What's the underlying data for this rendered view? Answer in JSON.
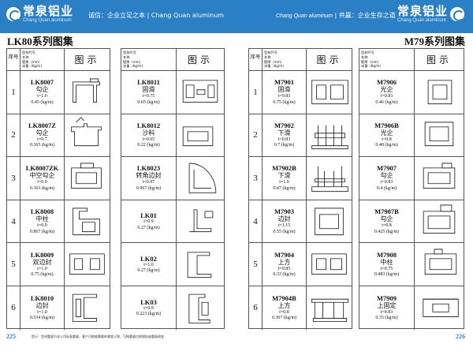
{
  "header": {
    "logo_cn": "常泉铝业",
    "logo_en": "Chang Quan aluminum",
    "slogan_left": "诚信：企业立足之本 | Chang Quan aluminum",
    "slogan_right_en": "Chang Quan aluminum",
    "slogan_right": "| 共赢：企业生存之道"
  },
  "series": {
    "left": "LK80系列图集",
    "right": "M79系列图集"
  },
  "table_head": {
    "seq": "序号",
    "info": [
      "型材代号",
      "名称",
      "壁厚（mm）",
      "米重（Kg/m）"
    ],
    "fig": "图示"
  },
  "colors": {
    "brand": "#2b7fc4"
  },
  "panels": [
    {
      "rows": [
        {
          "seq": "1",
          "code": "LK8007",
          "name": "勾企",
          "thick": "t=1.0",
          "weight": "0.45 (kg/m)",
          "shape": "0"
        },
        {
          "seq": "2",
          "code": "LK8007Z",
          "name": "勾企",
          "thick": "t=0.7",
          "weight": "0.365 (kg/m)",
          "shape": "1"
        },
        {
          "seq": "3",
          "code": "LK8007ZK",
          "name": "中空勾企",
          "thick": "t=0.9",
          "weight": "0.363 (kg/m)",
          "shape": "2"
        },
        {
          "seq": "4",
          "code": "LK8008",
          "name": "中柱",
          "thick": "t=0.9",
          "weight": "0.867 (kg/m)",
          "shape": "3"
        },
        {
          "seq": "5",
          "code": "LK8009",
          "name": "双边封",
          "thick": "t=1.0",
          "weight": "0.75 (kg/m)",
          "shape": "4"
        },
        {
          "seq": "6",
          "code": "LK8010",
          "name": "边封",
          "thick": "t=1.0",
          "weight": "0.534 (kg/m)",
          "shape": "5"
        }
      ]
    },
    {
      "rows": [
        {
          "code": "LK8011",
          "name": "固滑",
          "thick": "t=0.75",
          "weight": "0.65 (kg/m)",
          "shape": "6"
        },
        {
          "code": "LK8012",
          "name": "沙料",
          "thick": "t=0.65",
          "weight": "0.22 (kg/m)",
          "shape": "7"
        },
        {
          "code": "LK8023",
          "name": "转角边封",
          "thick": "t=0.97",
          "weight": "0.967 (kg/m)",
          "shape": "8"
        },
        {
          "code": "LK01",
          "name": "",
          "thick": "t=0.9",
          "weight": "0.27 (kg/m)",
          "shape": "9"
        },
        {
          "code": "LK02",
          "name": "",
          "thick": "t=1.0",
          "weight": "0.27 (kg/m)",
          "shape": "10"
        },
        {
          "code": "LK03",
          "name": "",
          "thick": "t=0.9",
          "weight": "0.223 (kg/m)",
          "shape": "11"
        }
      ]
    },
    {
      "rows": [
        {
          "seq": "1",
          "code": "M7901",
          "name": "固滑",
          "thick": "t=0.83",
          "weight": "0.75 (kg/m)",
          "shape": "12"
        },
        {
          "seq": "2",
          "code": "M7902",
          "name": "下滑",
          "thick": "t=0.83",
          "weight": "0.7 (kg/m)",
          "shape": "13"
        },
        {
          "seq": "3",
          "code": "M7902B",
          "name": "下滑",
          "thick": "t=1.0",
          "weight": "0.87 (kg/m)",
          "shape": "14"
        },
        {
          "seq": "4",
          "code": "M7903",
          "name": "边封",
          "thick": "t=1.15",
          "weight": "0.55 (kg/m)",
          "shape": "15"
        },
        {
          "seq": "5",
          "code": "M7904",
          "name": "上方",
          "thick": "t=0.85",
          "weight": "0.33 (kg/m)",
          "shape": "16"
        },
        {
          "seq": "6",
          "code": "M7904B",
          "name": "上方",
          "thick": "t=0.8",
          "weight": "0.367 (kg/m)",
          "shape": "17"
        }
      ]
    },
    {
      "rows": [
        {
          "code": "M7906",
          "name": "光企",
          "thick": "t=0.83",
          "weight": "0.46 (kg/m)",
          "shape": "18"
        },
        {
          "code": "M7906B",
          "name": "光企",
          "thick": "t=0.8",
          "weight": "0.48 (kg/m)",
          "shape": "19"
        },
        {
          "code": "M7907",
          "name": "勾企",
          "thick": "t=0.83",
          "weight": "0.4 (kg/m)",
          "shape": "20"
        },
        {
          "code": "M7907B",
          "name": "勾企",
          "thick": "t=0.8",
          "weight": "0.425 (kg/m)",
          "shape": "21"
        },
        {
          "code": "M7908",
          "name": "中柱",
          "thick": "t=0.75",
          "weight": "0.483 (kg/m)",
          "shape": "22"
        },
        {
          "code": "M7909",
          "name": "上固定",
          "thick": "t=0.83",
          "weight": "0.35 (kg/m)",
          "shape": "23"
        }
      ]
    }
  ],
  "footer": {
    "page_left": "225",
    "page_right": "226",
    "note": "提示：型材重量为本公司标准重量，客户可根据需要的厚度订购，可按重量比例增加或重量改变"
  }
}
